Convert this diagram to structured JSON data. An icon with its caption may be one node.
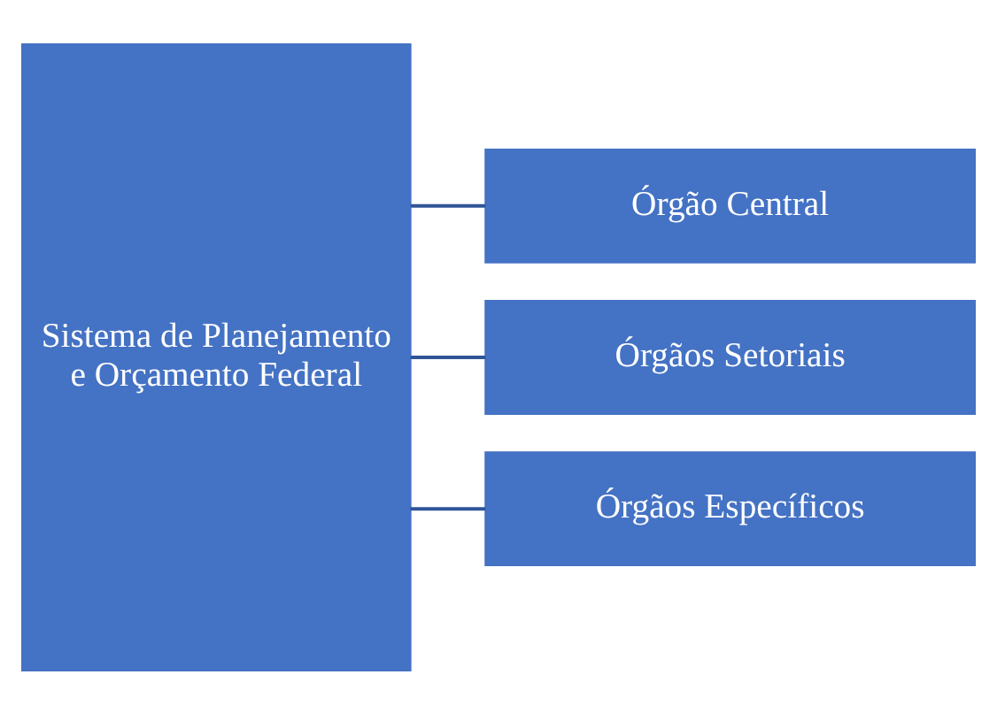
{
  "diagram": {
    "nodes": [
      {
        "text": [
          "Sistema de Planejamento e Orçamento Federal"
        ]
      },
      {
        "text": [
          "Órgão Central"
        ]
      },
      {
        "text": [
          "Órgãos Setoriais"
        ]
      },
      {
        "text": [
          "Órgãos Específicos"
        ]
      }
    ],
    "edges": [
      {
        "from": 0,
        "to": 1,
        "arrow": "none"
      },
      {
        "from": 0,
        "to": 2,
        "arrow": "none"
      },
      {
        "from": 0,
        "to": 3,
        "arrow": "none"
      }
    ]
  }
}
